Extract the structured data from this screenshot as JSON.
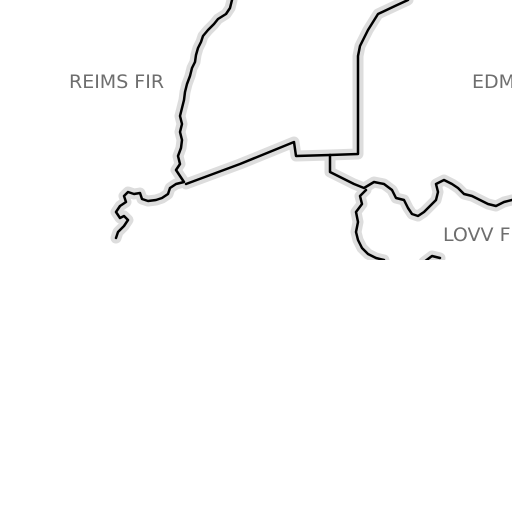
{
  "map": {
    "labels": {
      "reims": "REIMS FIR",
      "edm": "EDM",
      "lovv": "LOVV F"
    },
    "colors": {
      "background": "#ffffff",
      "boundary": "#000000",
      "boundary_halo": "#dddddd",
      "label": "#6e6e6e"
    }
  }
}
